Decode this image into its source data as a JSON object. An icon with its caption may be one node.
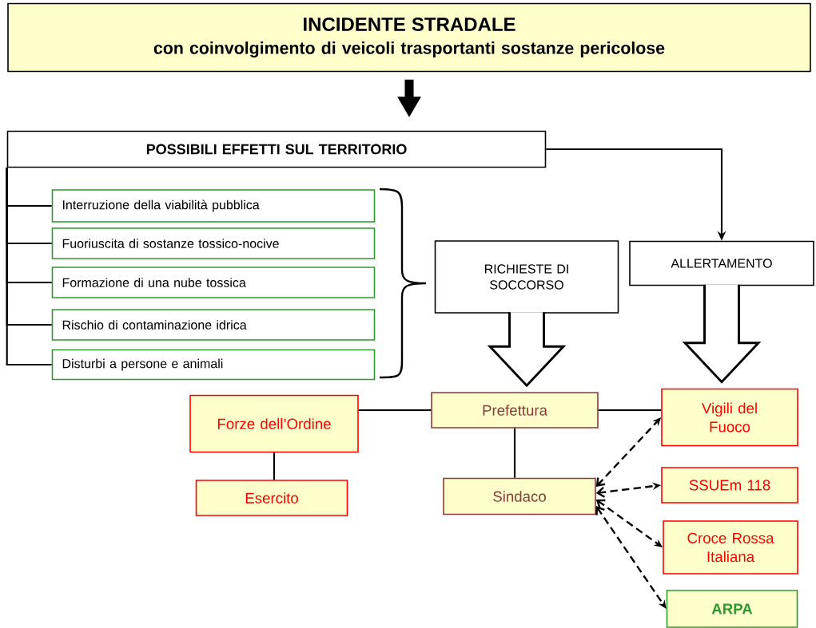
{
  "diagram": {
    "nodes": [
      {
        "text": [
          "INCIDENTE STRADALE",
          "con coinvolgimento di veicoli trasportanti sostanze pericolose"
        ]
      },
      {
        "text": [
          "POSSIBILI EFFETTI SUL TERRITORIO"
        ]
      },
      {
        "text": [
          "Interruzione della viabilità pubblica"
        ]
      },
      {
        "text": [
          "Fuoriuscita di sostanze tossico-nocive"
        ]
      },
      {
        "text": [
          "Formazione di una nube tossica"
        ]
      },
      {
        "text": [
          "Rischio di contaminazione idrica"
        ]
      },
      {
        "text": [
          "Disturbi a persone e animali"
        ]
      },
      {
        "text": [
          "RICHIESTE DI SOCCORSO"
        ]
      },
      {
        "text": [
          "ALLERTAMENTO"
        ]
      },
      {
        "text": [
          "Forze dell’Ordine"
        ]
      },
      {
        "text": [
          "Prefettura"
        ]
      },
      {
        "text": [
          "Vigili del Fuoco"
        ]
      },
      {
        "text": [
          "Esercito"
        ]
      },
      {
        "text": [
          "Sindaco"
        ]
      },
      {
        "text": [
          "SSUEm 118"
        ]
      },
      {
        "text": [
          "Croce Rossa Italiana"
        ]
      },
      {
        "text": [
          "ARPA"
        ]
      }
    ],
    "edges": [
      {
        "from": 0,
        "to": 1,
        "arrow": "to",
        "style": "thick",
        "color": "#000000"
      },
      {
        "from": 1,
        "to": 2,
        "arrow": "none"
      },
      {
        "from": 1,
        "to": 3,
        "arrow": "none"
      },
      {
        "from": 1,
        "to": 4,
        "arrow": "none"
      },
      {
        "from": 1,
        "to": 5,
        "arrow": "none"
      },
      {
        "from": 1,
        "to": 6,
        "arrow": "none"
      },
      {
        "from": 1,
        "to": 8,
        "arrow": "to"
      },
      {
        "from": 7,
        "to": 10,
        "arrow": "to",
        "style": "thick"
      },
      {
        "from": 8,
        "to": 11,
        "arrow": "to",
        "style": "thick"
      },
      {
        "from": 10,
        "to": 9,
        "arrow": "none"
      },
      {
        "from": 10,
        "to": 11,
        "arrow": "none"
      },
      {
        "from": 10,
        "to": 13,
        "arrow": "none"
      },
      {
        "from": 9,
        "to": 12,
        "arrow": "none"
      },
      {
        "from": 13,
        "to": 11,
        "arrow": "both",
        "style": "dashed"
      },
      {
        "from": 13,
        "to": 14,
        "arrow": "both",
        "style": "dashed"
      },
      {
        "from": 13,
        "to": 15,
        "arrow": "both",
        "style": "dashed"
      },
      {
        "from": 13,
        "to": 16,
        "arrow": "both",
        "style": "dashed"
      }
    ]
  }
}
